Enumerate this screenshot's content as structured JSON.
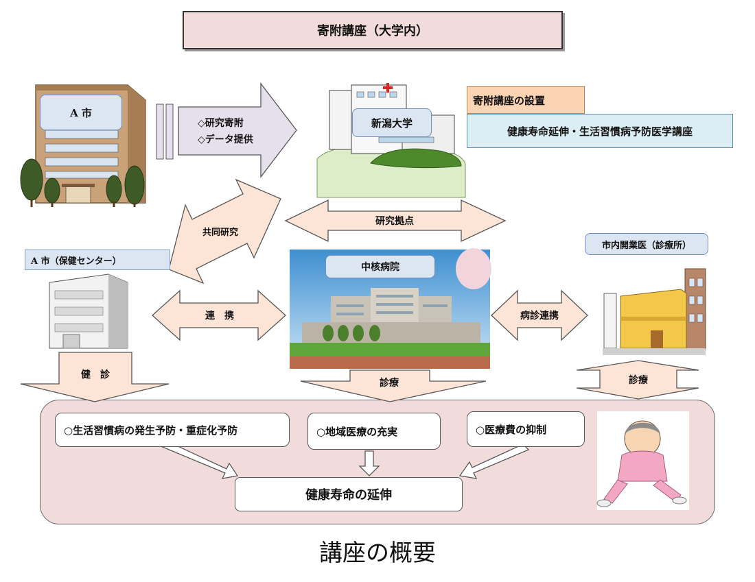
{
  "header": {
    "title": "寄附講座（大学内）"
  },
  "nodes": {
    "city_a": "A 市",
    "niigata_university": "新潟大学",
    "health_center": "A 市（保健センター）",
    "core_hospital": "中核病院",
    "clinic": "市内開業医（診療所）"
  },
  "course": {
    "setup_label": "寄附講座の設置",
    "name": "健康寿命延伸・生活習慣病予防医学講座"
  },
  "arrows": {
    "research_donation": "◇研究寄附",
    "data_provision": "◇データ提供",
    "joint_research": "共同研究",
    "research_base": "研究拠点",
    "cooperation": "連　携",
    "hospital_clinic_cooperation": "病診連携",
    "health_checkup": "健　診",
    "treatment_hospital": "診療",
    "treatment_clinic": "診療"
  },
  "goals": {
    "prevention": "○生活習慣病の発生予防・重症化予防",
    "regional_medicine": "○地域医療の充実",
    "cost_control": "○医療費の抑制",
    "outcome": "健康寿命の延伸"
  },
  "caption": "講座の概要",
  "colors": {
    "title_fill": "#f2dcdb",
    "arrow_fill": "#fce4d6",
    "arrow_lavender": "#e6e0ec",
    "label_fill": "#dce6f2",
    "course_setup_fill": "#fbd4b4",
    "course_name_fill": "#dbeef3",
    "panel_fill": "#f2dcdb"
  }
}
